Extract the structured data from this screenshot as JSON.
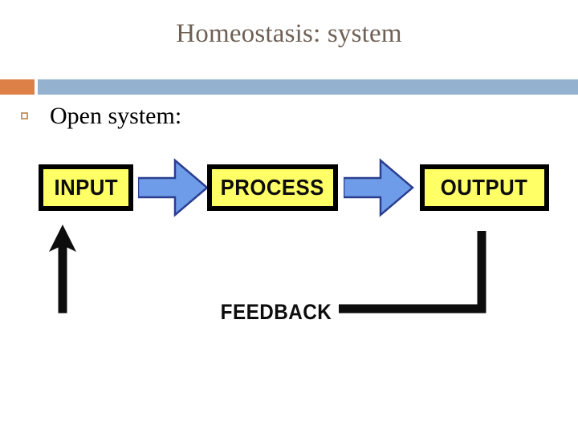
{
  "slide": {
    "title": "Homeostasis: system",
    "bullet": {
      "marker": "square-bullet-icon",
      "text": "Open system:"
    },
    "accent_color": "#dd8047",
    "bar_color": "#94b1d0",
    "title_color": "#6f6055"
  },
  "diagram": {
    "type": "flow",
    "node_fill": "#ffff66",
    "node_stroke": "#000000",
    "arrow_fill": "#6f9ce8",
    "arrow_stroke": "#2a3f8f",
    "nodes": [
      {
        "id": "input",
        "label": "INPUT"
      },
      {
        "id": "process",
        "label": "PROCESS"
      },
      {
        "id": "output",
        "label": "OUTPUT"
      }
    ],
    "connectors": [
      {
        "id": "input-process",
        "from": "input",
        "to": "process",
        "icon": "right-block-arrow-icon"
      },
      {
        "id": "process-output",
        "from": "process",
        "to": "output",
        "icon": "right-block-arrow-icon"
      }
    ],
    "feedback": {
      "label": "FEEDBACK",
      "from": "output",
      "to": "input",
      "icon": "up-arrowhead-icon"
    }
  }
}
